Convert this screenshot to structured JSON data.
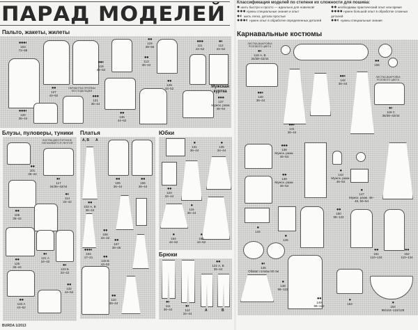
{
  "page": {
    "title": "ПАРАД МОДЕЛЕЙ",
    "footer": "BURDA 1/2013"
  },
  "legend": {
    "title": "Классификация моделей по степени их сложности для пошива:",
    "items": [
      {
        "dots": "●",
        "text": "шить быстро и просто — идеально для новичков!"
      },
      {
        "dots": "●●",
        "text": "необходимы практический опыт или время"
      },
      {
        "dots": "●●●",
        "text": "нужны специальные знания и опыт"
      },
      {
        "dots": "●●●●",
        "text": "нужен большой опыт в обработке сложных деталей"
      },
      {
        "dots": "●◐",
        "text": "шить легко, детали простые"
      },
      {
        "dots": "●●◐",
        "text": "нужны специальные знания"
      },
      {
        "dots": "●●●◐",
        "text": "нужен опыт в обработке определенных деталей"
      }
    ]
  },
  "sections": {
    "coats": {
      "title": "Пальто, жакеты, жилеты",
      "note": "Обработка проймы без подкладки",
      "label_big": "Мужская куртка",
      "models": [
        {
          "dots": "●●●◐",
          "num": "103",
          "size": "72–88"
        },
        {
          "dots": "●●",
          "num": "127",
          "size": "44–52"
        },
        {
          "dots": "●●◐",
          "num": "118",
          "size": "44–52"
        },
        {
          "dots": "●●●",
          "num": "121",
          "size": "36–44"
        },
        {
          "dots": "●●●◐",
          "num": "120",
          "size": "36–44"
        },
        {
          "dots": "●●",
          "num": "136",
          "size": "44–52"
        },
        {
          "dots": "●●",
          "num": "119",
          "size": "38–56"
        },
        {
          "dots": "●●",
          "num": "113",
          "size": "36–44"
        },
        {
          "dots": "●●",
          "num": "129",
          "size": "44–52"
        },
        {
          "dots": "●●●",
          "num": "111",
          "size": "44–52"
        },
        {
          "dots": "●◐",
          "num": "112",
          "size": "44–52"
        },
        {
          "dots": "●●●",
          "num": "137",
          "size": "Мужск. разм. 46–54"
        }
      ]
    },
    "blouses": {
      "title": "Блузы, пуловеры, туники",
      "note": "Листва двусторонне обтачивается лентой",
      "models": [
        {
          "dots": "●●",
          "num": "101",
          "size": "36–44"
        },
        {
          "dots": "●◐",
          "num": "117",
          "size": "34/36–42/44"
        },
        {
          "dots": "●●",
          "num": "105",
          "size": "36–44"
        },
        {
          "dots": "●◐",
          "num": "114",
          "size": "34–42"
        },
        {
          "dots": "●●",
          "num": "125",
          "size": "36–44"
        },
        {
          "dots": "●◐",
          "num": "121 А",
          "size": "34–42"
        },
        {
          "dots": "●◐",
          "num": "123 Б",
          "size": "34–42"
        },
        {
          "dots": "●●",
          "num": "133 А",
          "size": "44–52"
        },
        {
          "dots": "●●",
          "num": "132",
          "size": "44–52"
        }
      ]
    },
    "dresses": {
      "title": "Платья",
      "letters": [
        "А, В",
        "А"
      ],
      "models": [
        {
          "dots": "●●",
          "num": "102 А, В",
          "size": "36–44"
        },
        {
          "dots": "●●",
          "num": "105",
          "size": "36–44"
        },
        {
          "dots": "●●",
          "num": "106",
          "size": "36–44"
        },
        {
          "dots": "●●",
          "num": "108",
          "size": "34–42"
        },
        {
          "dots": "●●●◐",
          "num": "104",
          "size": "17–21"
        },
        {
          "dots": "●●",
          "num": "107",
          "size": "38–46"
        },
        {
          "dots": "●●",
          "num": "133 Б",
          "size": "44–52"
        },
        {
          "dots": "●●",
          "num": "110",
          "size": "36–44"
        }
      ]
    },
    "skirts": {
      "title": "Юбки",
      "models": [
        {
          "dots": "●",
          "num": "131",
          "size": "36–44"
        },
        {
          "dots": "●",
          "num": "135",
          "size": "34–44"
        },
        {
          "dots": "●●",
          "num": "124",
          "size": "34–44"
        },
        {
          "dots": "●",
          "num": "116",
          "size": "36–44"
        },
        {
          "dots": "●",
          "num": "154",
          "size": "44–52"
        },
        {
          "dots": "●",
          "num": "155",
          "size": "44–52"
        }
      ]
    },
    "pants": {
      "title": "Брюки",
      "letters": [
        "А",
        "В"
      ],
      "models": [
        {
          "dots": "●◐",
          "num": "111",
          "size": "36–44"
        },
        {
          "dots": "●◐",
          "num": "112",
          "size": "34–44"
        },
        {
          "dots": "●●",
          "num": "122 А, В",
          "size": "36–44"
        }
      ]
    },
    "carnival": {
      "title": "Карнавальные костюмы",
      "notes": [
        "Листва-выкройка розового цвета",
        "Листва-выкройка розового цвета"
      ],
      "models": [
        {
          "dots": "●◐",
          "num": "118 А, В",
          "size": "34/38–42/44"
        },
        {
          "dots": "●●◐",
          "num": "140",
          "size": "36–44"
        },
        {
          "dots": "●●◐",
          "num": "142",
          "size": "36–44"
        },
        {
          "dots": "●●",
          "num": "155",
          "size": ""
        },
        {
          "dots": "●◐",
          "num": "118 С",
          "size": "36/38–42/44"
        },
        {
          "dots": "●●◐",
          "num": "141",
          "size": "36–44"
        },
        {
          "dots": "●●●",
          "num": "138",
          "size": "Мужск. разм. 46–54"
        },
        {
          "dots": "●●",
          "num": "139",
          "size": "Мужск. разм. 46–54"
        },
        {
          "dots": "●",
          "num": "143",
          "size": "Мужск. разм. 46–54"
        },
        {
          "dots": "●",
          "num": "147",
          "size": "Мужск. разм. 46–48, 50–54"
        },
        {
          "dots": "●●",
          "num": "150",
          "size": "98–122"
        },
        {
          "dots": "●●",
          "num": "151",
          "size": "110–134"
        },
        {
          "dots": "●●",
          "num": "152",
          "size": "110–134"
        },
        {
          "dots": "●",
          "num": "144",
          "size": ""
        },
        {
          "dots": "●",
          "num": "145",
          "size": ""
        },
        {
          "dots": "●◐",
          "num": "146",
          "size": "Обхват головы 50 см"
        },
        {
          "dots": "●",
          "num": "148",
          "size": "98–122"
        },
        {
          "dots": "●●",
          "num": "149",
          "size": "98–122"
        },
        {
          "dots": "●",
          "num": "153",
          "size": ""
        },
        {
          "dots": "●",
          "num": "154",
          "size": "98/104–122/128"
        }
      ]
    }
  }
}
